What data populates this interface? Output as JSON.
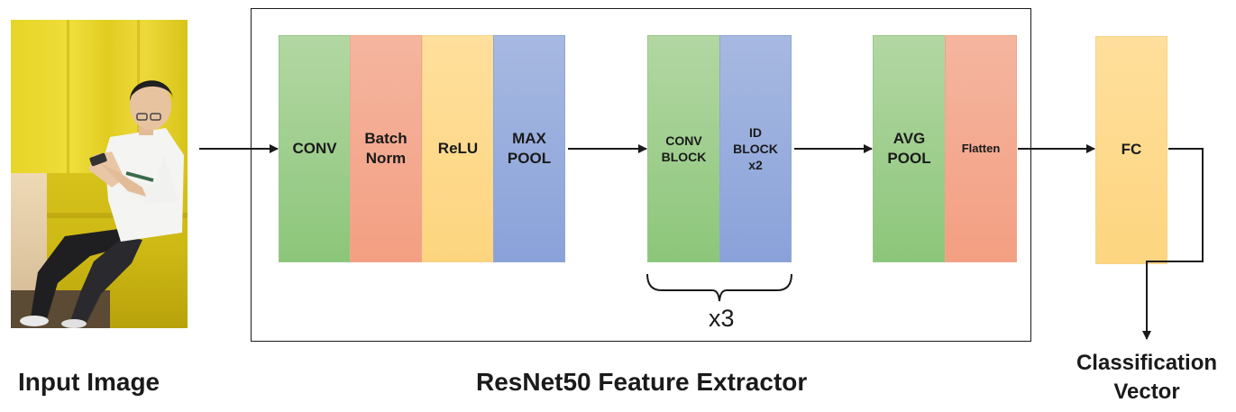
{
  "blocks": {
    "conv": "CONV",
    "batch_norm_line1": "Batch",
    "batch_norm_line2": "Norm",
    "relu": "ReLU",
    "max_pool_line1": "MAX",
    "max_pool_line2": "POOL",
    "conv_block_line1": "CONV",
    "conv_block_line2": "BLOCK",
    "id_block_line1": "ID",
    "id_block_line2": "BLOCK",
    "id_block_line3": "x2",
    "avg_pool_line1": "AVG",
    "avg_pool_line2": "POOL",
    "flatten": "Flatten",
    "fc": "FC"
  },
  "repeat_label": "x3",
  "captions": {
    "input": "Input Image",
    "extractor": "ResNet50 Feature Extractor",
    "output_line1": "Classification",
    "output_line2": "Vector"
  },
  "colors": {
    "green": "#9fcf8c",
    "orange": "#f4a88d",
    "yellow": "#fed98c",
    "blue": "#93aadc",
    "outline": "#1a1a1a"
  }
}
